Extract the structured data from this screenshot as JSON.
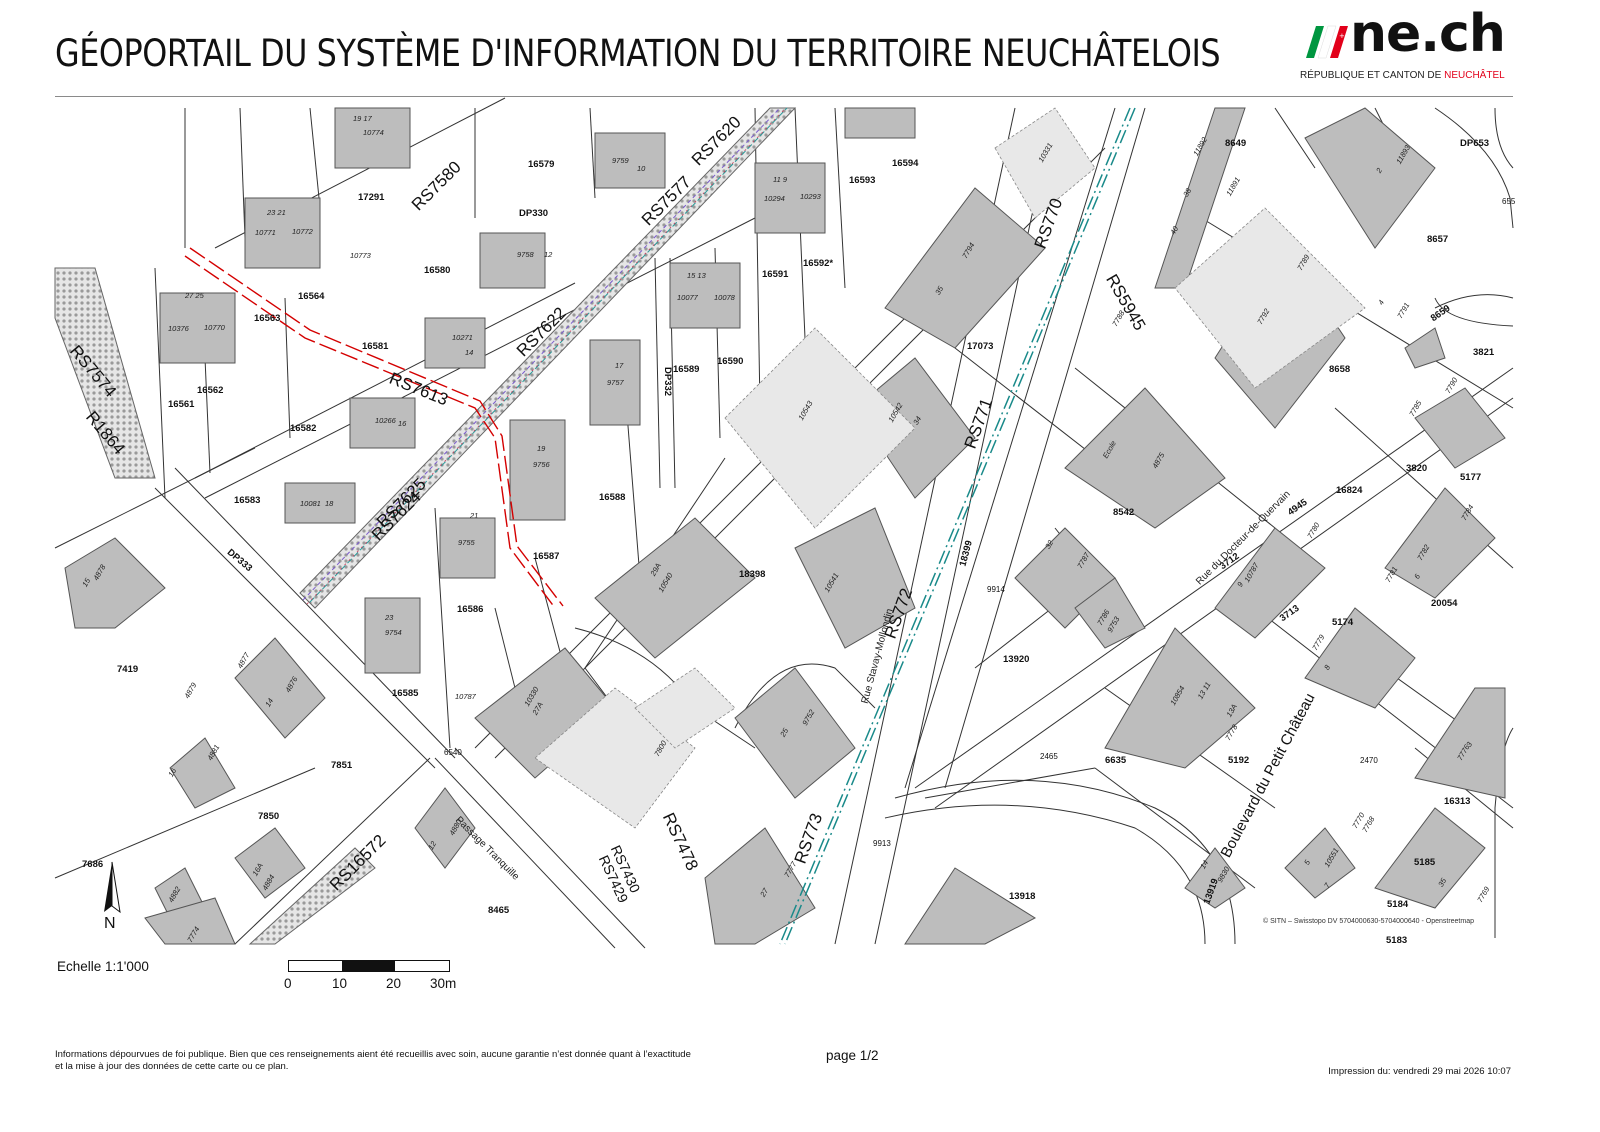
{
  "header": {
    "title": "GÉOPORTAIL DU SYSTÈME D'INFORMATION DU TERRITOIRE NEUCHÂTELOIS",
    "logo_text": "ne.ch",
    "logo_subtitle_prefix": "RÉPUBLIQUE ET CANTON DE ",
    "logo_subtitle_highlight": "NEUCHÂTEL"
  },
  "colors": {
    "accent_red": "#e2001a",
    "logo_green": "#009640",
    "building_fill": "#bdbdbd",
    "road_pattern": "#cfcfcf",
    "easement_red": "#d40000",
    "dashdot_teal": "#1a8a8a"
  },
  "map": {
    "parcels": [
      "17291",
      "16579",
      "16593",
      "16594",
      "8649",
      "DP653",
      "16580",
      "16564",
      "16581",
      "16563",
      "16562",
      "16561",
      "16582",
      "16583",
      "16589",
      "16590",
      "16591",
      "16592*",
      "17073",
      "8657",
      "3821",
      "8658",
      "16588",
      "16587",
      "16586",
      "16585",
      "18398",
      "18399",
      "8542",
      "3820",
      "16824",
      "5177",
      "7419",
      "7851",
      "7850",
      "7686",
      "8465",
      "13920",
      "13918",
      "13919",
      "6635",
      "5192",
      "5174",
      "5185",
      "5184",
      "5183",
      "16313",
      "20054",
      "2465",
      "2470",
      "6540",
      "9914",
      "9913",
      "DP330",
      "DP332",
      "DP333",
      "3712",
      "3713",
      "4945",
      "8659",
      "655"
    ],
    "buildings": [
      "10774",
      "19 17",
      "9759",
      "10",
      "11 9",
      "10294",
      "10293",
      "23 21",
      "10771",
      "10772",
      "10773",
      "9758",
      "12",
      "15 13",
      "10077",
      "10078",
      "27 25",
      "10376",
      "10770",
      "10271",
      "14",
      "17",
      "9757",
      "10266",
      "16",
      "19",
      "9756",
      "10081",
      "18",
      "21",
      "9755",
      "23",
      "9754",
      "10787",
      "10331",
      "7794",
      "35",
      "10543",
      "10542",
      "34",
      "29A",
      "10540",
      "10541",
      "7787",
      "32",
      "7786",
      "9753",
      "27A",
      "10330",
      "7800",
      "25",
      "9752",
      "27",
      "7777",
      "13 11",
      "10854",
      "13A",
      "7778",
      "8",
      "7779",
      "9",
      "10787",
      "7780",
      "6",
      "7781",
      "7782",
      "7784",
      "7785",
      "7790",
      "4",
      "7791",
      "2",
      "11893",
      "7789",
      "7792",
      "38",
      "40",
      "11892",
      "11891",
      "7788",
      "Ecole",
      "4875",
      "15",
      "4878",
      "4877",
      "14",
      "4876",
      "4879",
      "16",
      "4881",
      "12",
      "4880",
      "16A",
      "4884",
      "4882",
      "7774",
      "14",
      "9830",
      "10551",
      "7",
      "5",
      "7770",
      "7768",
      "35",
      "7769",
      "3",
      "7776"
    ],
    "road_labels": [
      "RS7580",
      "RS7577",
      "RS7620",
      "RS7574",
      "R1864",
      "RS7613",
      "RS7622",
      "RS7624",
      "RS7625",
      "RS770",
      "RS5945",
      "RS771",
      "RS772",
      "RS773",
      "RS16572",
      "RS7478",
      "RS7430",
      "RS7429"
    ],
    "street_names": [
      "Rue Stavay-Mollondin",
      "Rue du Docteur-de-Quervain",
      "Passage Tranquille"
    ],
    "boulevard_name": "Boulevard du Petit Château",
    "copyright": "© SITN – Swisstopo DV 5704000630-5704000640 - Openstreetmap"
  },
  "north_arrow": "N",
  "scale": {
    "label": "Echelle 1:1'000",
    "ticks": [
      "0",
      "10",
      "20",
      "30m"
    ]
  },
  "footer": {
    "disclaimer": "Informations dépourvues de foi publique. Bien que ces renseignements aient été recueillis avec soin, aucune garantie n’est donnée quant à l’exactitude et la mise à jour des données de cette carte ou ce plan.",
    "page": "page 1/2",
    "print_date": "Impression du: vendredi 29 mai 2026 10:07"
  }
}
